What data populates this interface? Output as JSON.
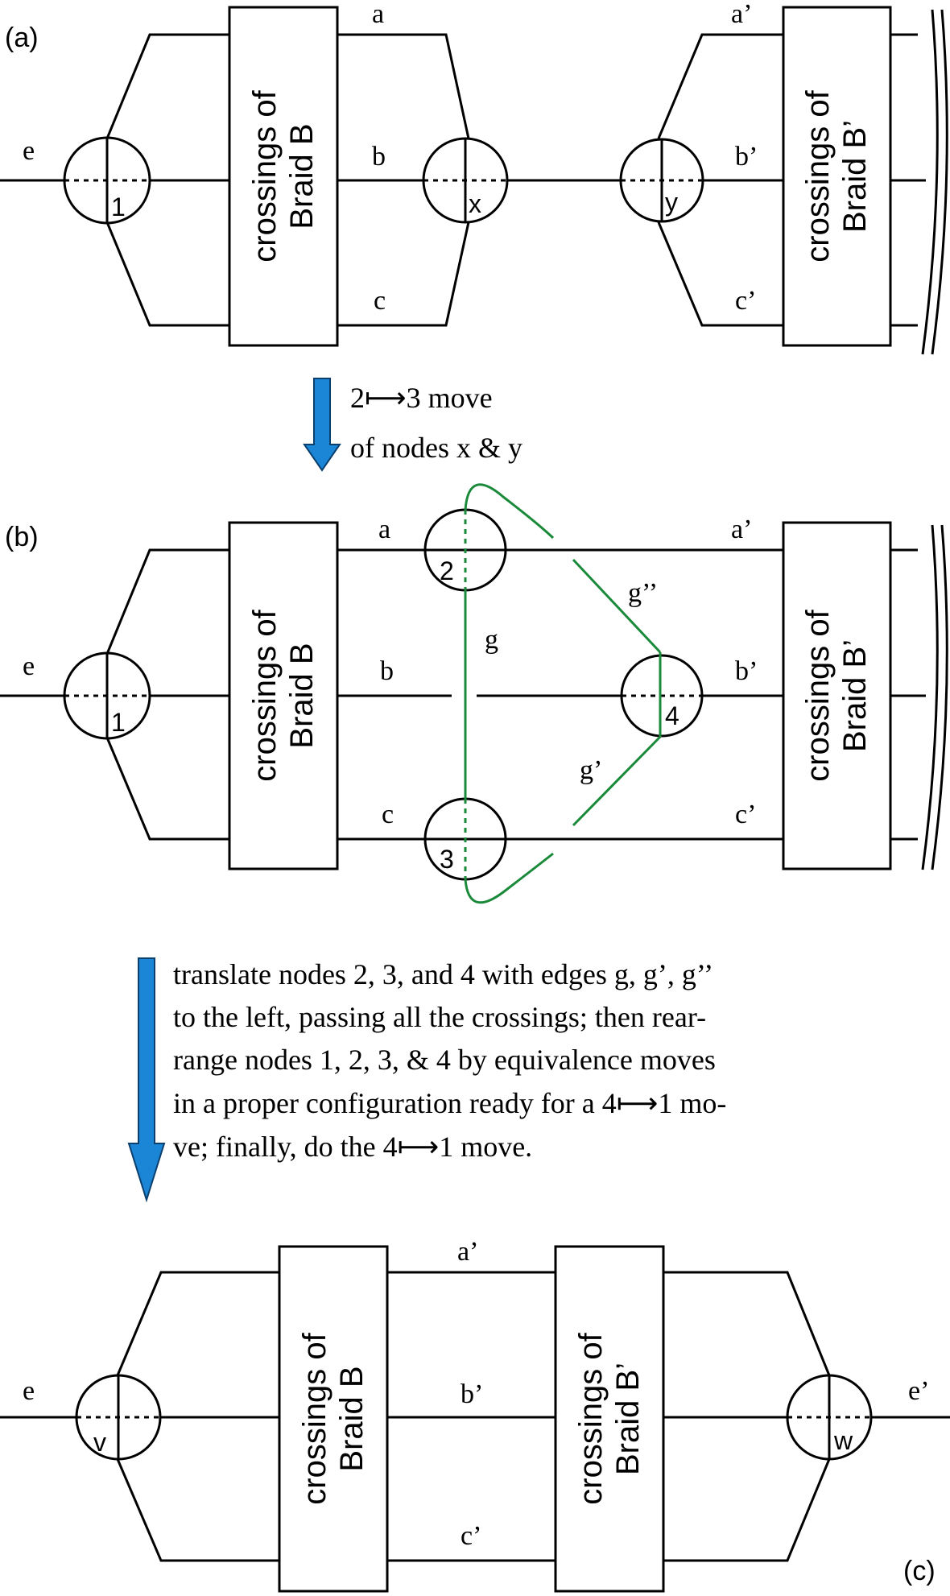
{
  "panels": {
    "a": "(a)",
    "b": "(b)",
    "c": "(c)"
  },
  "boxes": {
    "line1": "crossings of",
    "braid_b": "Braid B",
    "braid_b_prime": "Braid B’"
  },
  "edges": {
    "e": "e",
    "e_prime": "e’",
    "a": "a",
    "b": "b",
    "c": "c",
    "a_prime": "a’",
    "b_prime": "b’",
    "c_prime": "c’",
    "g": "g",
    "g_prime": "g’",
    "g_dprime": "g’’"
  },
  "nodes": {
    "n1": "1",
    "x": "x",
    "y": "y",
    "n2": "2",
    "n3": "3",
    "n4": "4",
    "v": "v",
    "w": "w"
  },
  "step1": {
    "line1": "2⟼3 move",
    "line2": "of nodes x & y"
  },
  "step2": {
    "lines": [
      "translate nodes 2, 3, and 4 with edges g, g’, g’’",
      "to the left, passing all the crossings; then rear-",
      "range nodes 1, 2, 3, & 4 by equivalence moves",
      "in a proper configuration ready for a 4⟼1 mo-",
      "ve; finally, do the 4⟼1 move."
    ]
  },
  "colors": {
    "arrow": "#1b86d6",
    "green_edge": "#1a8a3a"
  }
}
